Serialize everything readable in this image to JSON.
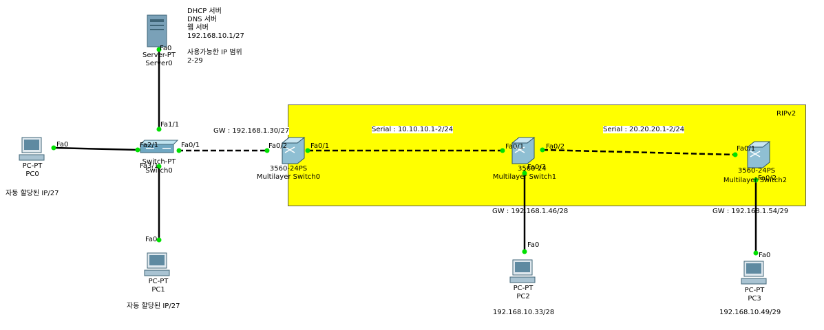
{
  "area": {
    "label": "RIPv2",
    "color": "#ffff00"
  },
  "server": {
    "type": "Server-PT",
    "name": "Server0",
    "port": "Fa0",
    "notes": [
      "DHCP 서버",
      "DNS 서버",
      "웹 서버",
      "192.168.10.1/27",
      "",
      "사용가능한 IP 범위",
      "2-29"
    ]
  },
  "switch0": {
    "type": "Switch-PT",
    "name": "Switch0",
    "ports": {
      "p1": "Fa1/1",
      "p2": "Fa2/1",
      "p0": "Fa0/1",
      "p3": "Fa3/1"
    }
  },
  "pc0": {
    "type": "PC-PT",
    "name": "PC0",
    "port": "Fa0",
    "note": "자동 할당된 IP/27"
  },
  "pc1": {
    "type": "PC-PT",
    "name": "PC1",
    "port": "Fa0",
    "note": "자동 할당된 IP/27"
  },
  "pc2": {
    "type": "PC-PT",
    "name": "PC2",
    "port": "Fa0",
    "note": "192.168.10.33/28"
  },
  "pc3": {
    "type": "PC-PT",
    "name": "PC3",
    "port": "Fa0",
    "note": "192.168.10.49/29"
  },
  "ml0": {
    "model": "3560-24PS",
    "name": "Multilayer Switch0",
    "port_left": "Fa0/2",
    "port_right": "Fa0/1",
    "gw": "GW : 192.168.1.30/27"
  },
  "ml1": {
    "model": "3560-24PS",
    "name": "Multilayer Switch1",
    "port_left": "Fa0/1",
    "port_right": "Fa0/2",
    "port_down": "Fa0/3",
    "gw": "GW : 192.168.1.46/28"
  },
  "ml2": {
    "model": "3560-24PS",
    "name": "Multilayer Switch2",
    "port_left": "Fa0/1",
    "port_down": "Fa0/2",
    "gw": "GW : 192.168.1.54/29"
  },
  "links": {
    "serial1": "Serial : 10.10.10.1-2/24",
    "serial2": "Serial : 20.20.20.1-2/24"
  },
  "colors": {
    "link_up": "#00e000",
    "cable": "#000000"
  }
}
